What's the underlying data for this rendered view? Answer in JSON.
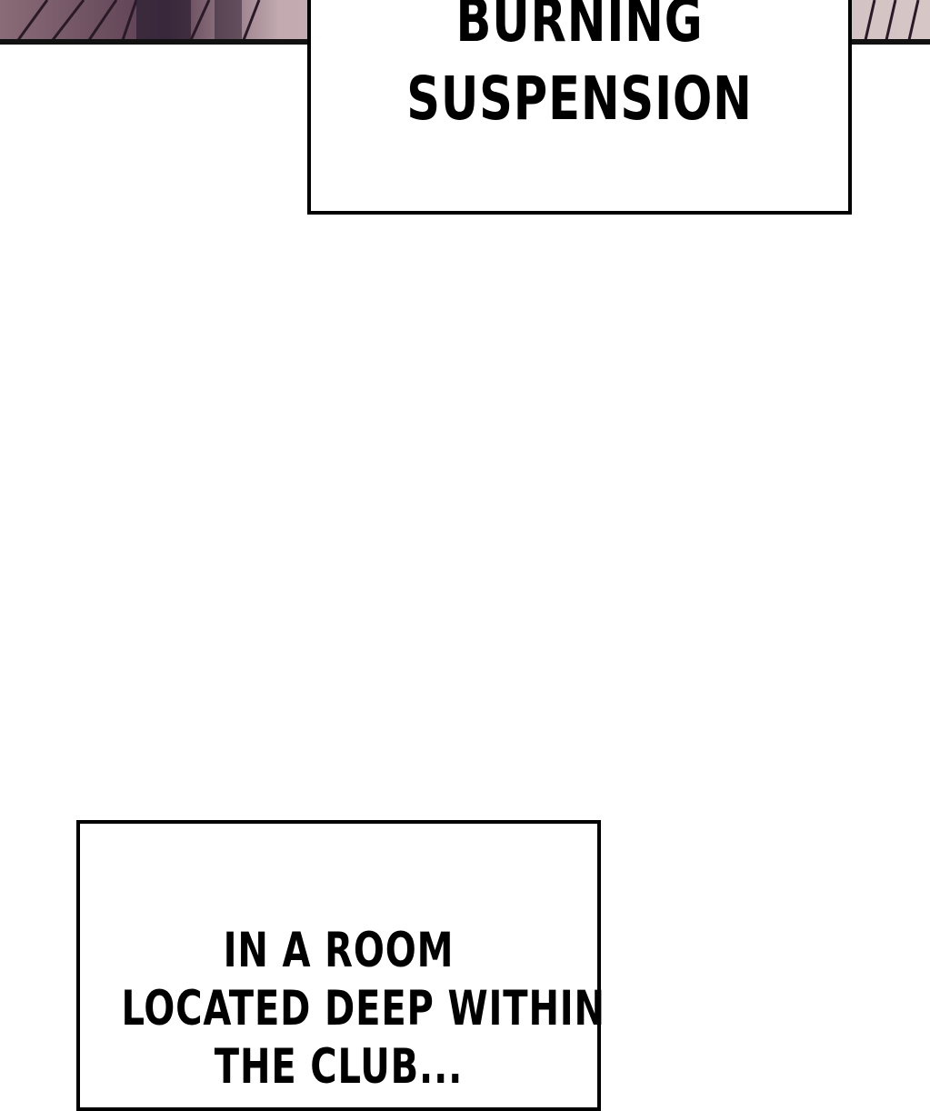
{
  "captions": {
    "top": {
      "lines": [
        "BURNING",
        "SUSPENSION"
      ]
    },
    "bottom": {
      "lines": [
        "IN A ROOM",
        "LOCATED DEEP WITHIN",
        "THE CLUB..."
      ]
    }
  },
  "colors": {
    "background": "#ffffff",
    "ink": "#000000",
    "art_dark": "#3a2538",
    "art_mid": "#6e5060",
    "art_light": "#c9b2b6"
  }
}
